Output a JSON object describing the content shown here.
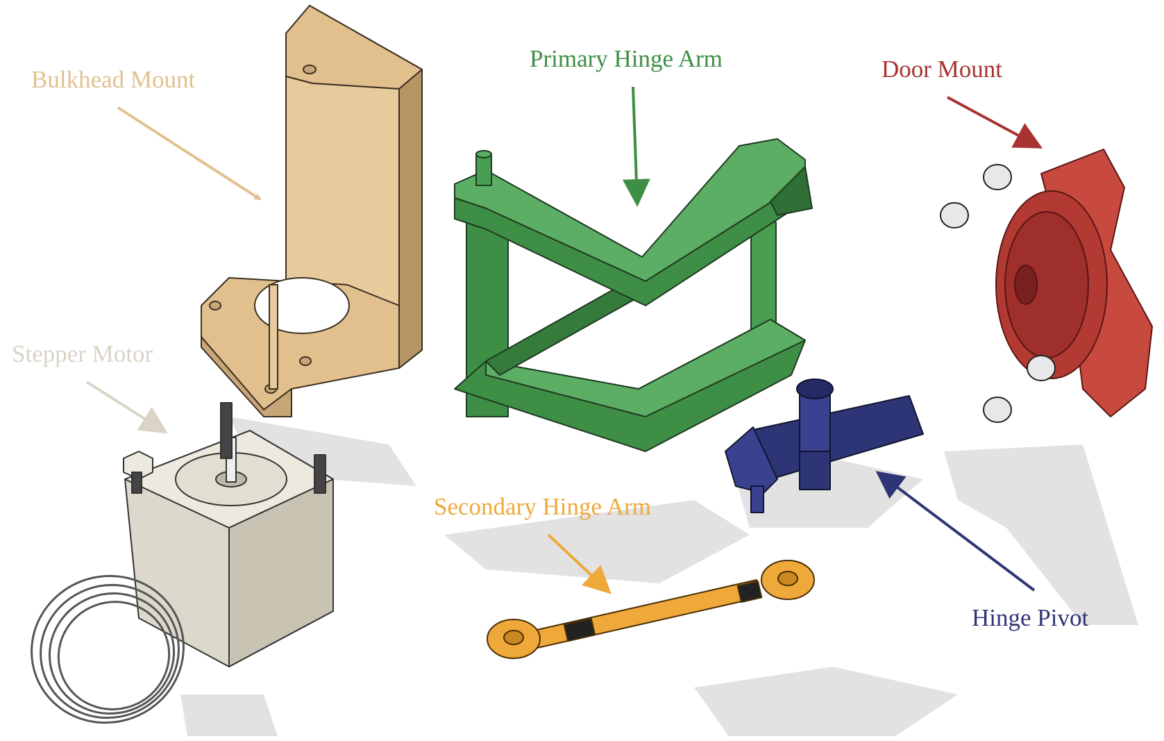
{
  "labels": {
    "bulkhead_mount": "Bulkhead Mount",
    "stepper_motor": "Stepper Motor",
    "primary_hinge_arm": "Primary Hinge Arm",
    "door_mount": "Door Mount",
    "secondary_hinge_arm": "Secondary Hinge Arm",
    "hinge_pivot": "Hinge Pivot"
  },
  "colors": {
    "bulkhead_mount": "#E2C08E",
    "stepper_motor": "#D9D4C6",
    "primary_hinge_arm": "#3E8E45",
    "door_mount": "#A83232",
    "secondary_hinge_arm": "#EFA83A",
    "hinge_pivot": "#2E3576"
  }
}
